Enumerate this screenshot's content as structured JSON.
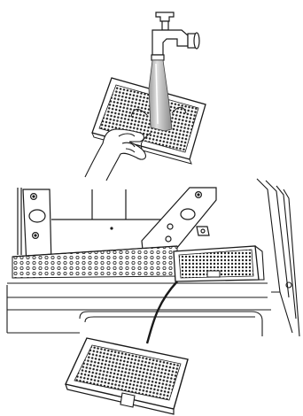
{
  "illustration": {
    "panels": [
      {
        "id": "wash-filter",
        "description_parts": [
          "faucet",
          "running-water",
          "mesh-filter",
          "hand"
        ]
      },
      {
        "id": "install-filter",
        "description_parts": [
          "cabinet-frame",
          "perforated-panel",
          "filter-slot",
          "removed-filter",
          "arrow"
        ]
      }
    ]
  },
  "colors": {
    "ink": "#1a1a1a",
    "mesh": "#2b2b2b",
    "water": "#bdbdbd",
    "paper": "#ffffff"
  }
}
